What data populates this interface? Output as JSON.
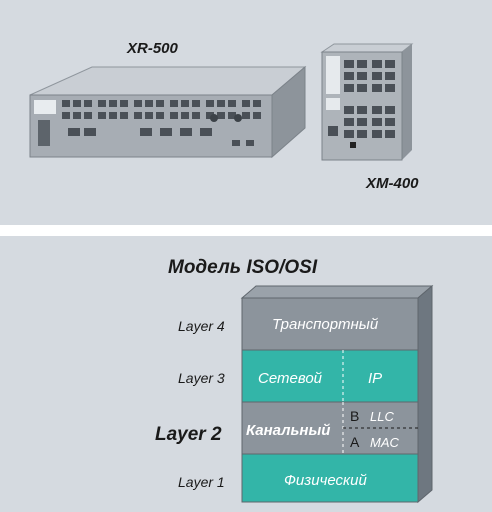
{
  "products": {
    "xr500": "XR-500",
    "xm400": "XM-400"
  },
  "model_title": "Модель ISO/OSI",
  "layers": [
    {
      "label": "Layer 4",
      "name": "Транспортный"
    },
    {
      "label": "Layer 3",
      "name": "Сетевой",
      "extra": "IP"
    },
    {
      "label": "Layer 2",
      "name": "Канальный",
      "sub_b_letter": "B",
      "sub_b": "LLC",
      "sub_a_letter": "A",
      "sub_a": "MAC"
    },
    {
      "label": "Layer 1",
      "name": "Физический"
    }
  ],
  "colors": {
    "panel": "#d5dae0",
    "grey_layer": "#8c949c",
    "teal_layer": "#33b5a8",
    "side": "#6e7780",
    "top": "#9aa2aa"
  }
}
